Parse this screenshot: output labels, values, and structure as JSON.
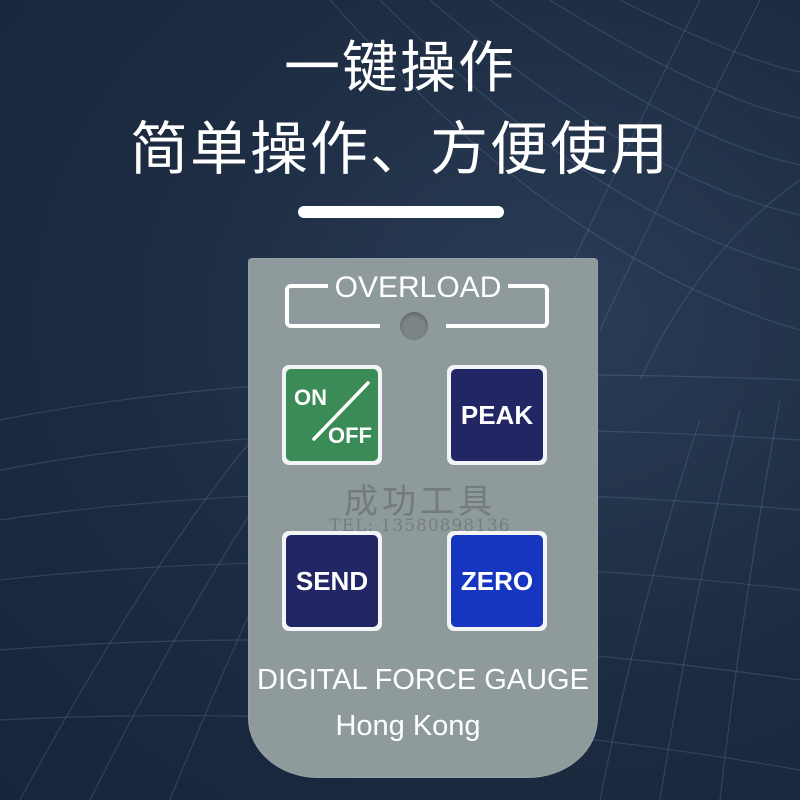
{
  "hero": {
    "headline_line1": "一键操作",
    "headline_line2": "简单操作、方便使用"
  },
  "panel": {
    "overload_label": "OVERLOAD",
    "buttons": {
      "on_off": {
        "on_text": "ON",
        "off_text": "OFF",
        "color": "#3a8b55"
      },
      "peak": {
        "label": "PEAK",
        "color": "#232665"
      },
      "send": {
        "label": "SEND",
        "color": "#232665"
      },
      "zero": {
        "label": "ZERO",
        "color": "#1736c0"
      }
    },
    "watermark": {
      "brand": "成功工具",
      "tel": "TEL: 13580898136"
    },
    "device_title": "DIGITAL FORCE GAUGE",
    "device_origin": "Hong Kong",
    "panel_color": "#8f9a9c"
  },
  "background_color": "#1f2f45"
}
